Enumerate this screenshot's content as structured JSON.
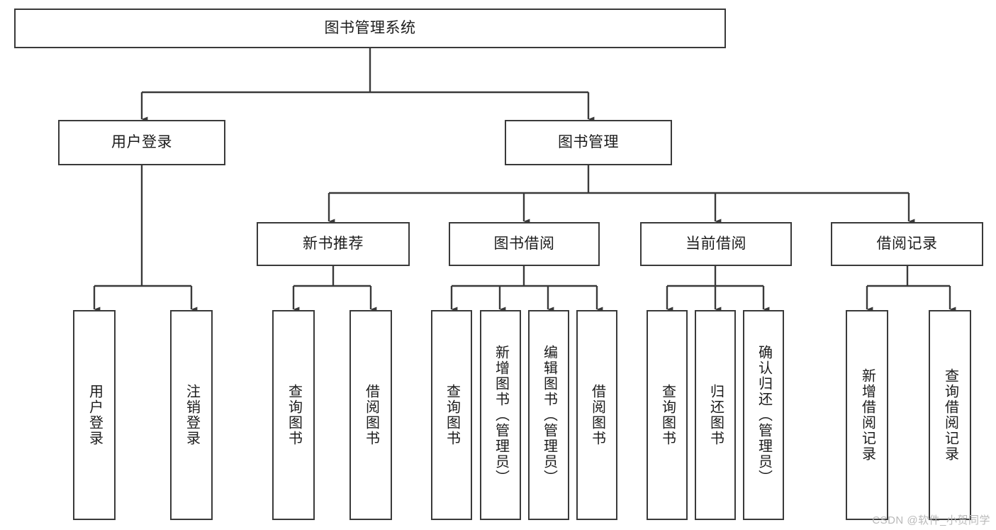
{
  "diagram": {
    "title": "图书管理系统",
    "type": "tree",
    "orientation": "top-down",
    "colors": {
      "stroke": "#3a3a3a",
      "fill": "#ffffff",
      "text": "#1c1c1c",
      "watermark": "#b9b9b9",
      "background": "#ffffff"
    }
  },
  "nodes": {
    "root": {
      "label": "图书管理系统"
    },
    "level2": [
      {
        "id": "user_login",
        "label": "用户登录"
      },
      {
        "id": "book_manage",
        "label": "图书管理"
      }
    ],
    "level3": [
      {
        "id": "new_book_rec",
        "label": "新书推荐"
      },
      {
        "id": "book_borrow",
        "label": "图书借阅"
      },
      {
        "id": "current_borrow",
        "label": "当前借阅"
      },
      {
        "id": "borrow_record",
        "label": "借阅记录"
      }
    ],
    "leaves": {
      "user_login": [
        {
          "id": "leaf_user_login",
          "label": "用户登录"
        },
        {
          "id": "leaf_logout",
          "label": "注销登录"
        }
      ],
      "new_book_rec": [
        {
          "id": "leaf_query_book_1",
          "label": "查询图书"
        },
        {
          "id": "leaf_borrow_book_1",
          "label": "借阅图书"
        }
      ],
      "book_borrow": [
        {
          "id": "leaf_query_book_2",
          "label": "查询图书"
        },
        {
          "id": "leaf_add_book",
          "label": "新增图书（管理员）"
        },
        {
          "id": "leaf_edit_book",
          "label": "编辑图书（管理员）"
        },
        {
          "id": "leaf_borrow_book_2",
          "label": "借阅图书"
        }
      ],
      "current_borrow": [
        {
          "id": "leaf_query_book_3",
          "label": "查询图书"
        },
        {
          "id": "leaf_return_book",
          "label": "归还图书"
        },
        {
          "id": "leaf_confirm_return",
          "label": "确认归还（管理员）"
        }
      ],
      "borrow_record": [
        {
          "id": "leaf_add_record",
          "label": "新增借阅记录"
        },
        {
          "id": "leaf_query_record",
          "label": "查询借阅记录"
        }
      ]
    }
  },
  "watermark": {
    "text": "CSDN @软件_小贺同学"
  }
}
